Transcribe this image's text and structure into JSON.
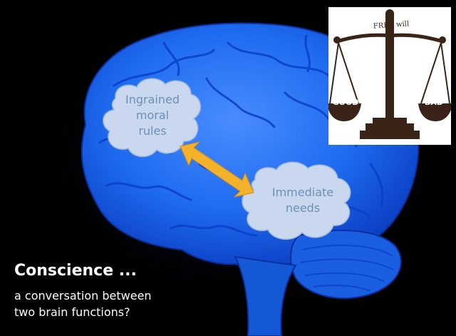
{
  "scale_image": {
    "beam_text": "FREE will",
    "left_pan_label": "GOOD",
    "right_pan_label": "BAD"
  },
  "clouds": {
    "moral": {
      "line1": "Ingrained",
      "line2": "moral",
      "line3": "rules"
    },
    "needs": {
      "line1": "Immediate",
      "line2": "needs"
    }
  },
  "caption": {
    "title": "Conscience ...",
    "line1": "a conversation between",
    "line2": "two brain functions?"
  },
  "colors": {
    "background": "#000000",
    "brain": "#1f6cf0",
    "cloud_fill": "#c9d8ee",
    "cloud_text": "#6f8fb5",
    "arrow": "#f4b12a",
    "scale": "#3a2417"
  },
  "icons": {
    "brain": "brain-illustration",
    "arrow": "double-headed-arrow",
    "scale": "balance-scale-icon"
  }
}
